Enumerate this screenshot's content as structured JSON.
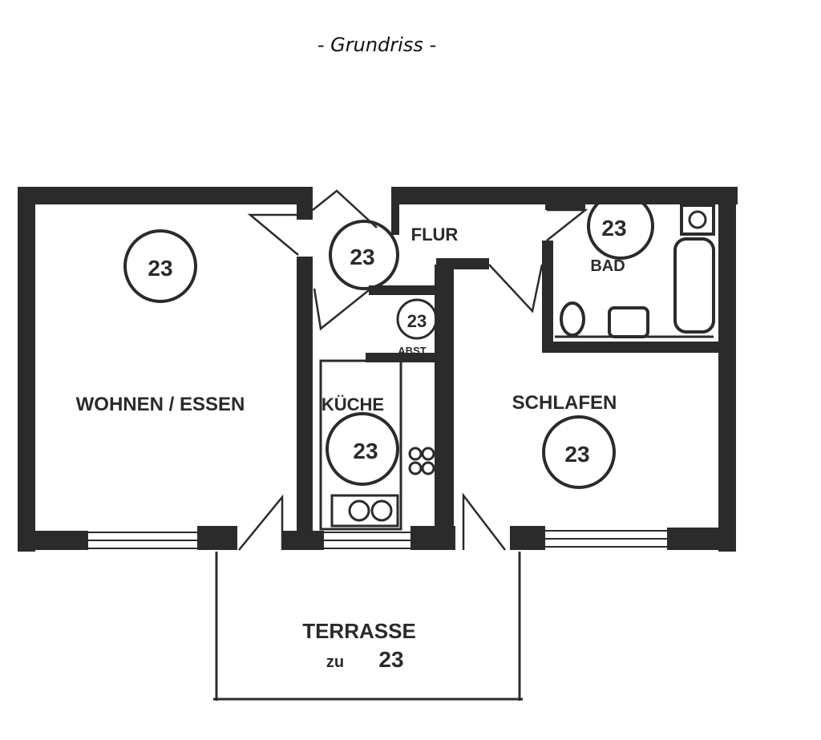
{
  "title": "- Grundriss -",
  "rooms": {
    "wohnen": {
      "label": "WOHNEN / ESSEN",
      "number": "23"
    },
    "flur": {
      "label": "FLUR",
      "number": "23"
    },
    "abst": {
      "label": "ABST",
      "number": "23"
    },
    "kueche": {
      "label": "KÜCHE",
      "number": "23"
    },
    "bad": {
      "label": "BAD",
      "number": "23"
    },
    "schlafen": {
      "label": "SCHLAFEN",
      "number": "23"
    },
    "terrasse": {
      "label": "TERRASSE",
      "prefix": "zu",
      "number": "23"
    }
  }
}
